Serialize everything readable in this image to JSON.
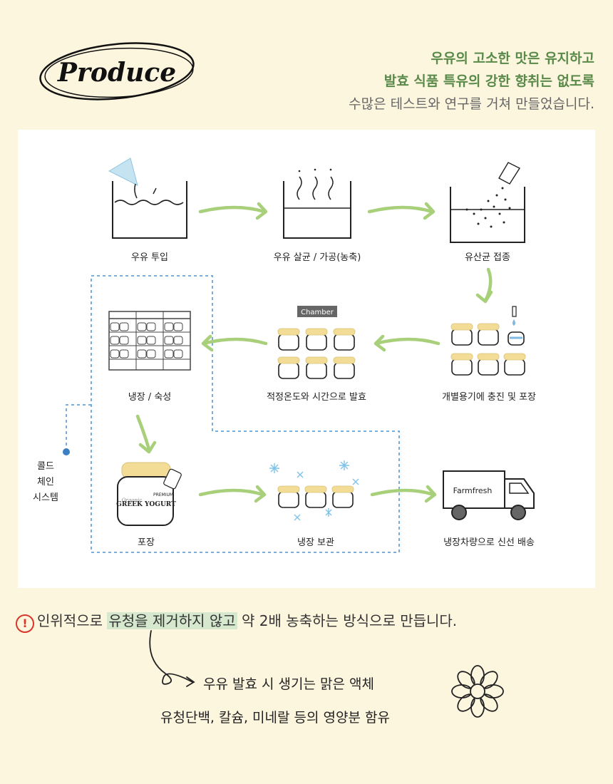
{
  "logo": {
    "text": "Produce"
  },
  "intro": {
    "line1": "우유의 고소한 맛은 유지하고",
    "line2": "발효 식품 특유의 강한 향취는 없도록",
    "line3": "수많은 테스트와 연구를 거쳐 만들었습니다."
  },
  "steps": [
    {
      "label": "우유 투입"
    },
    {
      "label": "우유 살균 / 가공(농축)"
    },
    {
      "label": "유산균 접종"
    },
    {
      "label": "개별용기에 충진 및 포장"
    },
    {
      "label": "적정온도와 시간으로 발효"
    },
    {
      "label": "냉장 / 숙성"
    },
    {
      "label": "포장"
    },
    {
      "label": "냉장 보관"
    },
    {
      "label": "냉장차량으로 신선 배송"
    }
  ],
  "chamber_label": "Chamber",
  "jar_brand": {
    "premium": "PREMIUM",
    "organic": "Organic",
    "name": "GREEK YOGURT"
  },
  "truck_label": "Farmfresh",
  "cold_chain_label": [
    "콜드",
    "체인",
    "시스템"
  ],
  "note": {
    "icon": "!",
    "pre": "인위적으로 ",
    "highlight": "유청을 제거하지 않고",
    "post": " 약 2배 농축하는 방식으로 만듭니다."
  },
  "explain": {
    "line1": "우유 발효 시 생기는 맑은 액체",
    "line2": "유청단백, 칼슘, 미네랄 등의 영양분 함유"
  },
  "colors": {
    "accent_green": "#5a8a4a",
    "arrow_green": "#a8cf7a",
    "lid_yellow": "#f3dd96",
    "dash_blue": "#6aa3d6",
    "warn_red": "#d9362b"
  }
}
